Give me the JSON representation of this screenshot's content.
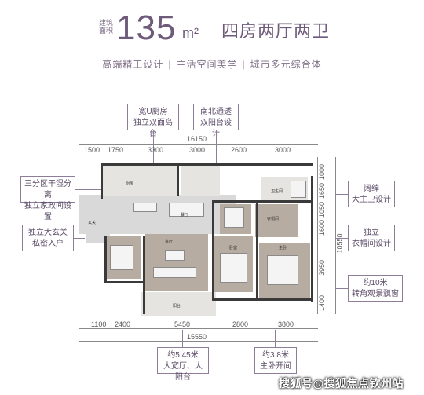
{
  "header": {
    "area_label_1": "建筑",
    "area_label_2": "面积",
    "area_value": "135",
    "area_unit": "m²",
    "layout": "四房两厅两卫",
    "tagline_parts": [
      "高端精工设计",
      "主活空间美学",
      "城市多元综合体"
    ]
  },
  "dimensions": {
    "top_total": "16150",
    "top_segments": [
      "1500",
      "1750",
      "3300",
      "3000",
      "2600",
      "3000"
    ],
    "bottom_total": "15550",
    "bottom_segments": [
      "1100",
      "2400",
      "5450",
      "2800",
      "3800"
    ],
    "right_top": [
      "1000",
      "1650",
      "1050",
      "1600"
    ],
    "right_total": "10550",
    "right_bottom": [
      "3950",
      "1400"
    ]
  },
  "callouts": {
    "kitchen": [
      "宽U厨房",
      "独立双面岛台"
    ],
    "balcony": [
      "南北通透",
      "双阳台设计"
    ],
    "wet_dry": [
      "三分区干湿分离",
      "独立家政间设置"
    ],
    "entry": [
      "独立大玄关",
      "私密入户"
    ],
    "master_bath": [
      "阔绰",
      "大主卫设计"
    ],
    "cloakroom": [
      "独立",
      "衣帽间设计"
    ],
    "bay_window": [
      "约10米",
      "转角观景飘窗"
    ],
    "living": [
      "约5.45米",
      "大宽厅、大阳台"
    ],
    "bedroom": [
      "约3.8米",
      "主卧开间"
    ]
  },
  "rooms": {
    "kitchen": "厨房",
    "dining": "餐厅",
    "living": "客厅",
    "balcony": "阳台",
    "master": "主卧",
    "bedroom": "卧室",
    "bath": "卫生间",
    "cloak": "衣帽间",
    "entrance": "玄关"
  },
  "watermark": "搜狐号@搜狐焦点钦州站"
}
